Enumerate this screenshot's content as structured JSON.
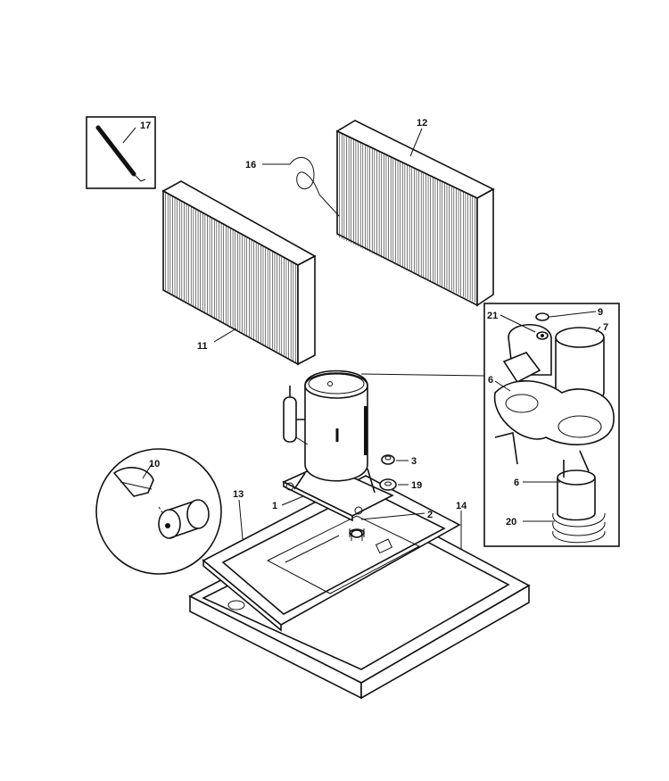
{
  "callouts": {
    "c1": "1",
    "c2": "2",
    "c3": "3",
    "c6a": "6",
    "c6b": "6",
    "c7": "7",
    "c9": "9",
    "c10": "10",
    "c11": "11",
    "c12": "12",
    "c13": "13",
    "c14": "14",
    "c16": "16",
    "c17": "17",
    "c19": "19",
    "c20": "20",
    "c21": "21"
  }
}
